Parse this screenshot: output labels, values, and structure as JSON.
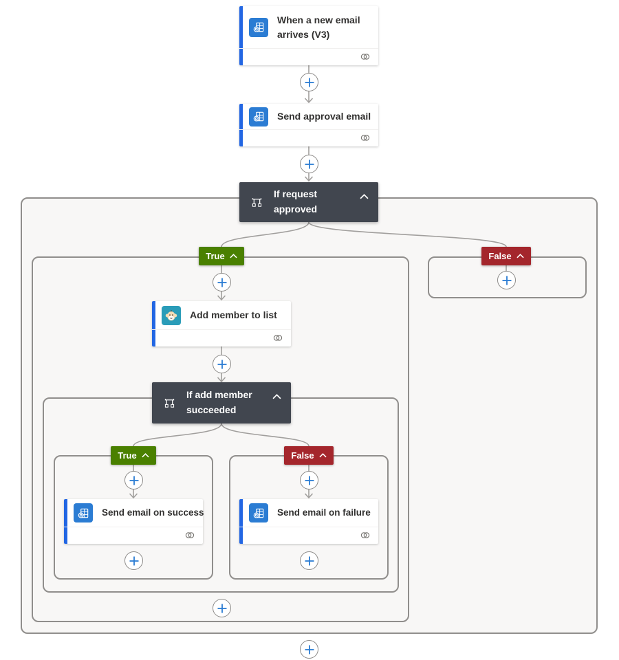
{
  "app": {
    "name": "Flow designer canvas"
  },
  "colors": {
    "card_accent": "#2266e3",
    "condition_header": "#41464f",
    "true_badge": "#4a8000",
    "false_badge": "#a4262c",
    "plus_blue": "#2b7cd3",
    "connector_gray": "#a19f9d",
    "scope_border": "#908e8c",
    "scope_fill": "#f8f7f6"
  },
  "flow": {
    "trigger": {
      "title": "When a new email arrives (V3)",
      "icon": "outlook-icon"
    },
    "send_approval": {
      "title": "Send approval email",
      "icon": "outlook-icon"
    },
    "condition_request": {
      "title": "If request approved",
      "icon": "condition-icon"
    },
    "add_member": {
      "title": "Add member to list",
      "icon": "mailchimp-icon"
    },
    "condition_member": {
      "title": "If add member succeeded",
      "icon": "condition-icon"
    },
    "send_success": {
      "title": "Send email on success",
      "icon": "outlook-icon"
    },
    "send_failure": {
      "title": "Send email on failure",
      "icon": "outlook-icon"
    },
    "branch_labels": {
      "true": "True",
      "false": "False"
    }
  }
}
